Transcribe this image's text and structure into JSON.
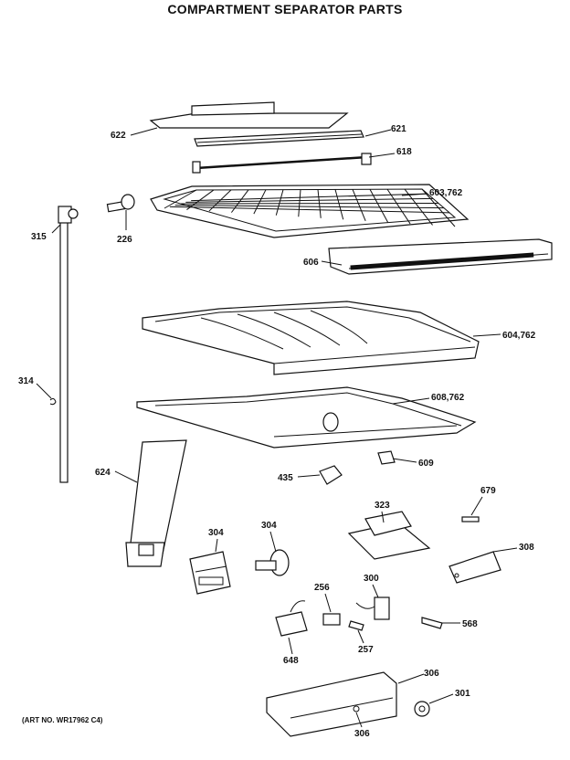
{
  "title": "COMPARTMENT SEPARATOR PARTS",
  "art_no": "(ART NO. WR17962 C4)",
  "callouts": {
    "c622": "622",
    "c621": "621",
    "c618": "618",
    "c603": "603,762",
    "c315": "315",
    "c226": "226",
    "c606": "606",
    "c604": "604,762",
    "c314": "314",
    "c608": "608,762",
    "c609": "609",
    "c624": "624",
    "c435": "435",
    "c679": "679",
    "c323": "323",
    "c304a": "304",
    "c304b": "304",
    "c308": "308",
    "c256": "256",
    "c300": "300",
    "c568": "568",
    "c648": "648",
    "c257": "257",
    "c306a": "306",
    "c301": "301",
    "c306b": "306"
  }
}
